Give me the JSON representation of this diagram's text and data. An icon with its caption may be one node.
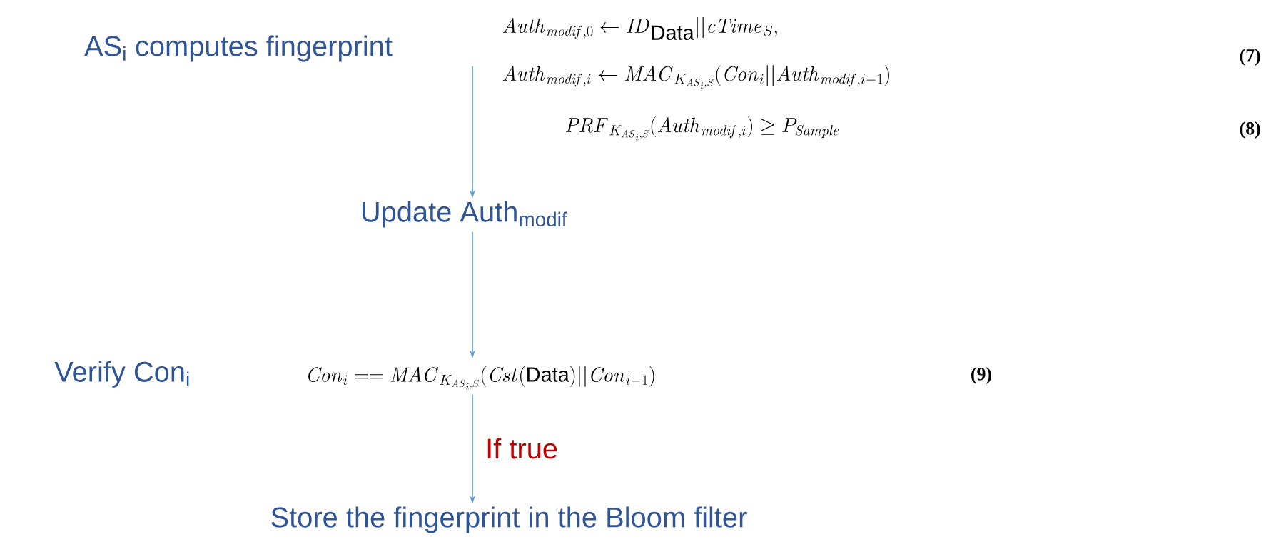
{
  "diagram": {
    "nodes": [
      {
        "text": [
          "AS$_{i}$ computes fingerprint"
        ]
      },
      {
        "text": [
          "Update Auth$_{modif}$"
        ]
      },
      {
        "text": [
          "Verify Con$_{i}$",
          "\\mathit{Con}_i == \\mathit{MAC}_{K_{\\mathit{AS}_i,S}}(\\mathit{Cst}(\\textsc{Data})||\\mathit{Con}_{i-1})"
        ]
      },
      {
        "text": [
          "Store the fingerprint in the Bloom filter"
        ]
      }
    ],
    "edges": [
      {
        "from": 0,
        "to": 1,
        "arrow": "to"
      },
      {
        "from": 1,
        "to": 2,
        "arrow": "to"
      },
      {
        "from": 2,
        "to": 3,
        "arrow": "to",
        "label": "If true"
      }
    ],
    "labels": [
      "\\mathit{Auth}_{\\mathit{modif},0} \\leftarrow \\mathit{ID}_{\\textsc{Data}}||\\mathit{cTime}_{S},",
      "(7)",
      "\\mathit{Auth}_{\\mathit{modif},i} \\leftarrow \\mathit{MAC}_{K_{\\mathit{AS}_i,S}}(\\mathit{Con}_i||\\mathit{Auth}_{\\mathit{modif},i-1})",
      "\\mathit{PRF}_{K_{\\mathit{AS}_i,S}}(\\mathit{Auth}_{\\mathit{modif},i}) \\geq P_{\\mathit{Sample}}",
      "(8)",
      "(9)"
    ]
  }
}
